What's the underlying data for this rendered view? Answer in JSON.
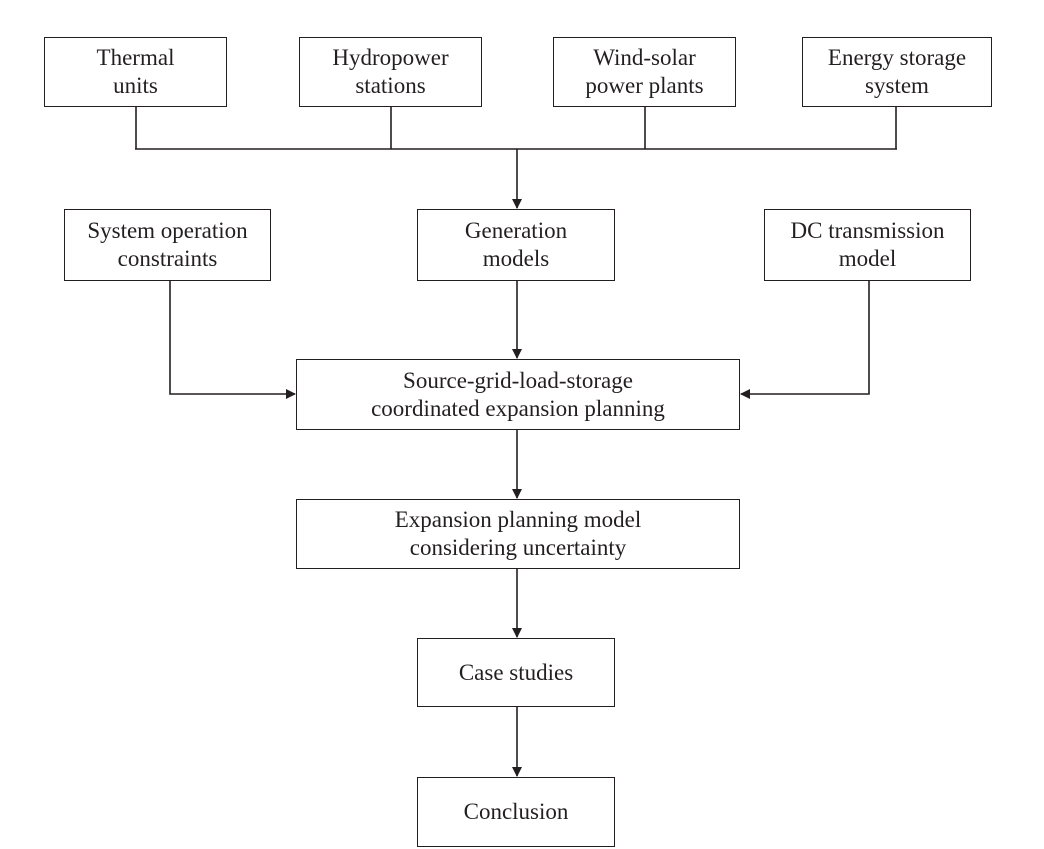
{
  "diagram": {
    "nodes": {
      "thermal": {
        "lines": [
          "Thermal",
          "units"
        ]
      },
      "hydro": {
        "lines": [
          "Hydropower",
          "stations"
        ]
      },
      "wind": {
        "lines": [
          "Wind-solar",
          "power plants"
        ]
      },
      "storage": {
        "lines": [
          "Energy storage",
          "system"
        ]
      },
      "sysop": {
        "lines": [
          "System operation",
          "constraints"
        ]
      },
      "gen": {
        "lines": [
          "Generation",
          "models"
        ]
      },
      "dc": {
        "lines": [
          "DC transmission",
          "model"
        ]
      },
      "coord": {
        "lines": [
          "Source-grid-load-storage",
          "coordinated expansion planning"
        ]
      },
      "unc": {
        "lines": [
          "Expansion planning model",
          "considering uncertainty"
        ]
      },
      "case": {
        "lines": [
          "Case studies"
        ]
      },
      "concl": {
        "lines": [
          "Conclusion"
        ]
      }
    },
    "edges": [
      {
        "from": "thermal",
        "to": "gen"
      },
      {
        "from": "hydro",
        "to": "gen"
      },
      {
        "from": "wind",
        "to": "gen"
      },
      {
        "from": "storage",
        "to": "gen"
      },
      {
        "from": "sysop",
        "to": "coord"
      },
      {
        "from": "gen",
        "to": "coord"
      },
      {
        "from": "dc",
        "to": "coord"
      },
      {
        "from": "coord",
        "to": "unc"
      },
      {
        "from": "unc",
        "to": "case"
      },
      {
        "from": "case",
        "to": "concl"
      }
    ],
    "colors": {
      "line": "#231f20",
      "background": "#ffffff"
    }
  }
}
